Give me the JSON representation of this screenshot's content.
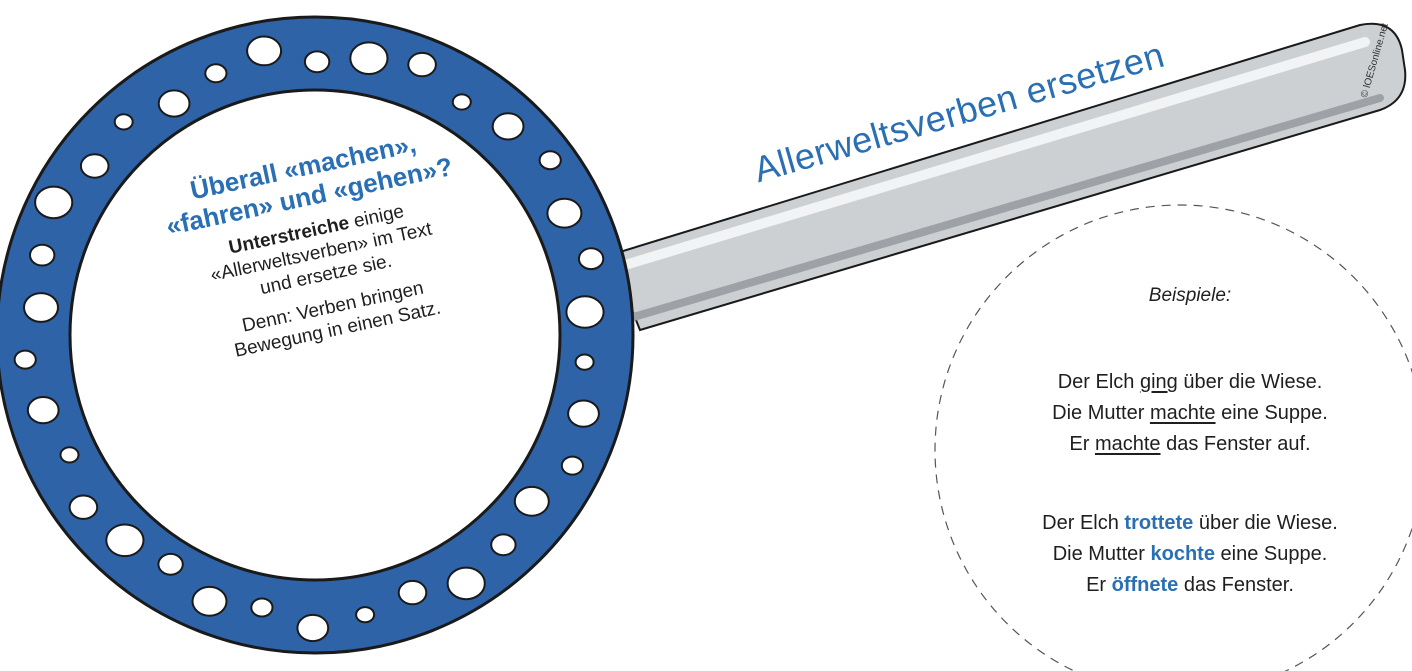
{
  "colors": {
    "lens_ring": "#2e63a8",
    "accent_text": "#2a6fb4",
    "handle": "#c9cbce"
  },
  "lens": {
    "heading_lines": [
      "Überall «machen»,",
      "«fahren» und «gehen»?"
    ],
    "instruction_bold": "Unterstreiche",
    "instruction_rest": " einige",
    "instruction_lines": [
      "«Allerweltsverben» im Text",
      "und ersetze sie."
    ],
    "note_lines": [
      "Denn: Verben bringen",
      "Bewegung in einen Satz."
    ]
  },
  "handle": {
    "title": "Allerweltsverben ersetzen",
    "copyright": "© lOESonline.net"
  },
  "examples": {
    "heading": "Beispiele:",
    "before": [
      {
        "pre": "Der Elch ",
        "verb": "ging",
        "post": " über die Wiese."
      },
      {
        "pre": "Die Mutter ",
        "verb": "machte",
        "post": " eine Suppe."
      },
      {
        "pre": "Er ",
        "verb": "machte",
        "post": " das Fenster auf."
      }
    ],
    "after": [
      {
        "pre": "Der Elch ",
        "verb": "trottete",
        "post": " über die Wiese."
      },
      {
        "pre": "Die Mutter ",
        "verb": "kochte",
        "post": " eine Suppe."
      },
      {
        "pre": "Er ",
        "verb": "öffnete",
        "post": " das Fenster."
      }
    ]
  }
}
